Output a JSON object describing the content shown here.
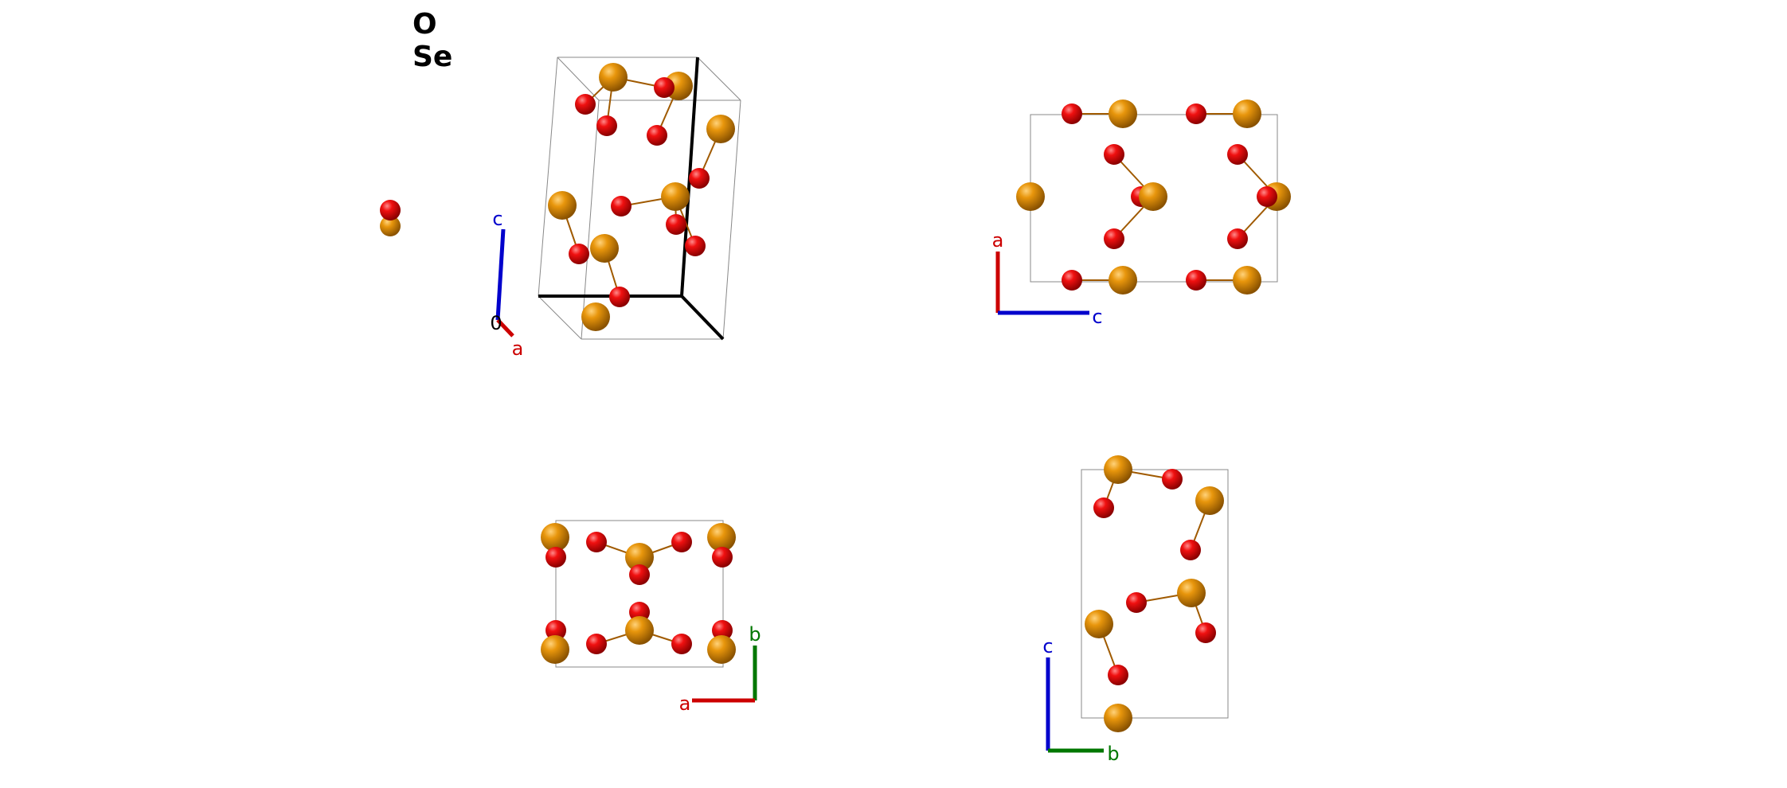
{
  "legend": {
    "items": [
      {
        "symbol": "O",
        "color": "#e8000b",
        "edge": "#7a0000"
      },
      {
        "symbol": "Se",
        "color": "#e8960c",
        "edge": "#7a4a00"
      }
    ]
  },
  "colors": {
    "O": "#e8000b",
    "Se": "#e8960c",
    "bond": "#a05a00",
    "cell": "#888888",
    "cell_axis": "#000000",
    "axis_a": "#cc0000",
    "axis_b": "#007700",
    "axis_c": "#0000cc"
  },
  "axis_labels": {
    "a": "a",
    "b": "b",
    "c": "c",
    "origin": "0"
  }
}
